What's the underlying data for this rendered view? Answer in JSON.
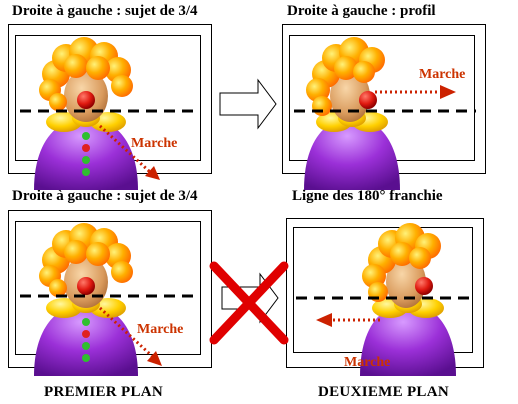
{
  "panels": {
    "top_left": {
      "title": "Droite à gauche : sujet de 3/4",
      "marche": "Marche"
    },
    "top_right": {
      "title": "Droite à gauche : profil",
      "marche": "Marche"
    },
    "bottom_left": {
      "title": "Droite à gauche : sujet de 3/4",
      "marche": "Marche"
    },
    "bottom_right": {
      "title": "Ligne des 180° franchie",
      "marche": "Marche"
    }
  },
  "plans": {
    "premier": "PREMIER PLAN",
    "deuxieme": "DEUXIEME PLAN"
  },
  "colors": {
    "marche_text": "#cc3300",
    "arrow": "#cc2200",
    "cross": "#e00000",
    "dashed_line": "#000000"
  },
  "icons": {
    "transition_arrow": "hollow-right-arrow",
    "cross": "red-x-icon",
    "subject": "clown-figure"
  }
}
